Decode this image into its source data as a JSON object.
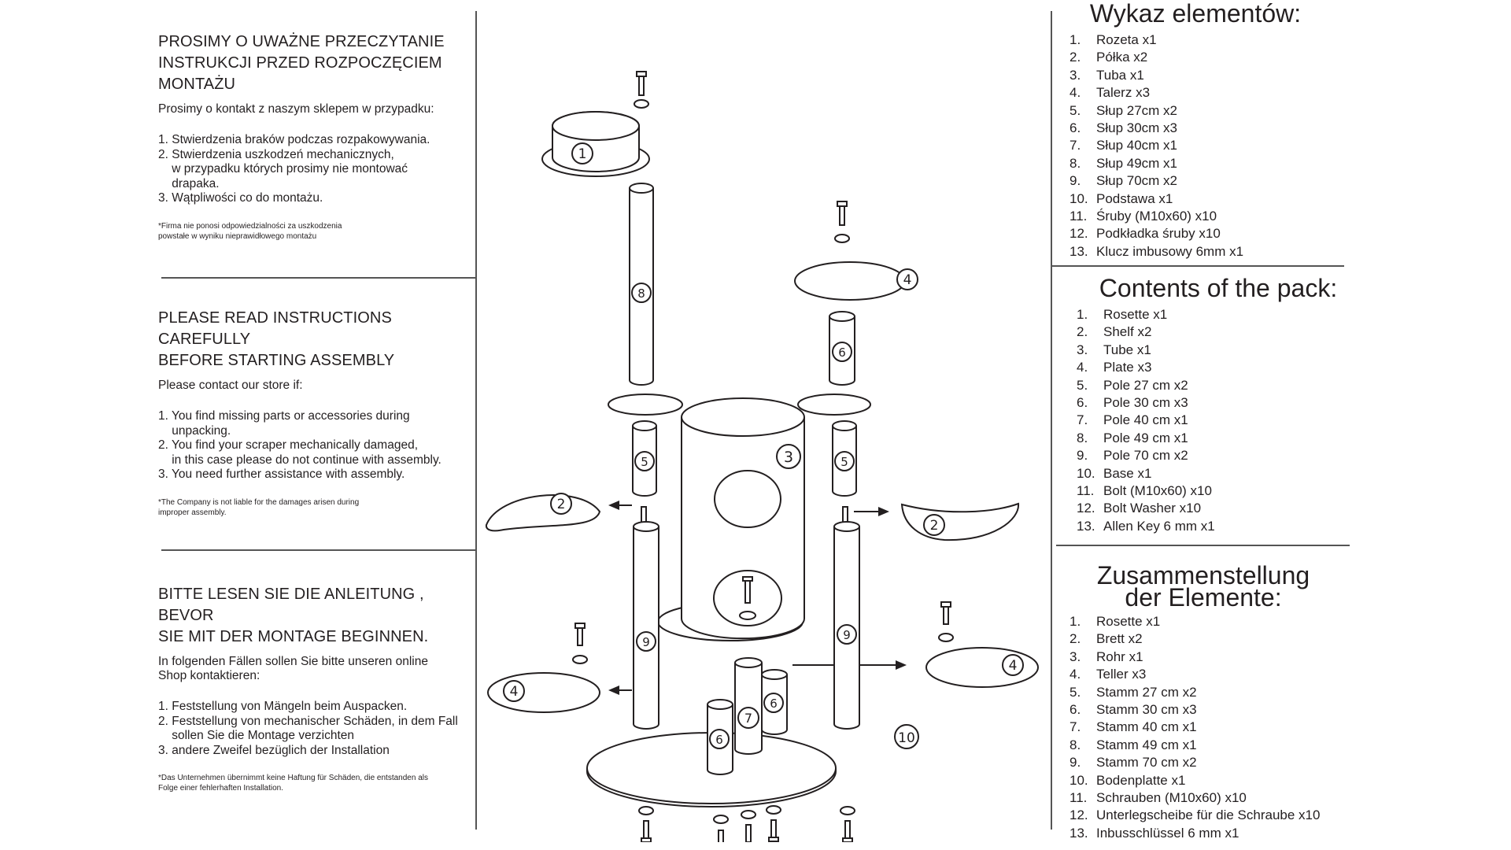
{
  "instructions": [
    {
      "heading": "PROSIMY O UWAŻNE PRZECZYTANIE\nINSTRUKCJI PRZED ROZPOCZĘCIEM\nMONTAŻU",
      "intro": "Prosimy o kontakt z naszym sklepem w przypadku:",
      "items": [
        "1. Stwierdzenia braków podczas rozpakowywania.",
        "2. Stwierdzenia uszkodzeń mechanicznych,",
        "    w przypadku których prosimy nie montować",
        "    drapaka.",
        "3. Wątpliwości co do montażu."
      ],
      "note": "*Firma nie ponosi odpowiedzialności za uszkodzenia\npowstałe w wyniku nieprawidłowego montażu"
    },
    {
      "heading": "PLEASE READ INSTRUCTIONS CAREFULLY\nBEFORE STARTING ASSEMBLY",
      "intro": "Please contact our store if:",
      "items": [
        "1. You find missing parts or accessories during",
        "    unpacking.",
        "2. You find your scraper mechanically damaged,",
        "    in this case please do not continue with assembly.",
        "3. You need further assistance with assembly."
      ],
      "note": "*The Company is not liable for the damages arisen during\nimproper assembly."
    },
    {
      "heading": "BITTE LESEN SIE DIE ANLEITUNG , BEVOR\nSIE MIT DER MONTAGE BEGINNEN.",
      "intro": "In folgenden Fällen sollen Sie bitte unseren online\nShop kontaktieren:",
      "items": [
        "1. Feststellung von Mängeln beim Auspacken.",
        "2. Feststellung von mechanischer Schäden, in dem Fall",
        "    sollen Sie die Montage verzichten",
        "3. andere Zweifel bezüglich der Installation"
      ],
      "note": "*Das Unternehmen übernimmt keine Haftung für Schäden, die entstanden als\nFolge einer  fehlerhaften Installation."
    }
  ],
  "parts_lists": [
    {
      "title": "Wykaz elementów:",
      "items": [
        "Rozeta x1",
        "Półka x2",
        "Tuba x1",
        "Talerz x3",
        "Słup 27cm x2",
        "Słup 30cm x3",
        "Słup 40cm x1",
        "Słup 49cm x1",
        "Słup 70cm x2",
        "Podstawa x1",
        "Śruby (M10x60) x10",
        "Podkładka śruby x10",
        "Klucz imbusowy 6mm x1"
      ]
    },
    {
      "title": "Contents of the pack:",
      "items": [
        "Rosette x1",
        "Shelf x2",
        "Tube x1",
        "Plate x3",
        "Pole 27 cm x2",
        "Pole 30 cm x3",
        "Pole 40 cm x1",
        "Pole 49 cm x1",
        "Pole 70 cm x2",
        "Base x1",
        "Bolt (M10x60) x10",
        "Bolt Washer x10",
        "Allen Key 6 mm x1"
      ]
    },
    {
      "title": "Zusammenstellung\nder Elemente:",
      "items": [
        "Rosette x1",
        "Brett x2",
        "Rohr x1",
        "Teller x3",
        "Stamm 27 cm x2",
        "Stamm 30 cm x3",
        "Stamm 40 cm x1",
        "Stamm 49 cm x1",
        "Stamm 70 cm x2",
        "Bodenplatte x1",
        "Schrauben (M10x60) x10",
        "Unterlegscheibe für die Schraube x10",
        "Inbusschlüssel 6 mm x1"
      ]
    }
  ],
  "item_numbers": [
    "1.",
    "2.",
    "3.",
    "4.",
    "5.",
    "6.",
    "7.",
    "8.",
    "9.",
    "10.",
    "11.",
    "12.",
    "13."
  ],
  "diagram": {
    "labels": {
      "rosette": "1",
      "shelf_left": "2",
      "shelf_right": "2",
      "tube": "3",
      "plate_top": "4",
      "plate_left": "4",
      "plate_right": "4",
      "pole_27_left": "5",
      "pole_27_right": "5",
      "pole_30_top": "6",
      "pole_30_front": "6",
      "pole_30_back": "6",
      "pole_40": "7",
      "pole_49": "8",
      "pole_70_left": "9",
      "pole_70_right": "9",
      "base": "10"
    }
  }
}
